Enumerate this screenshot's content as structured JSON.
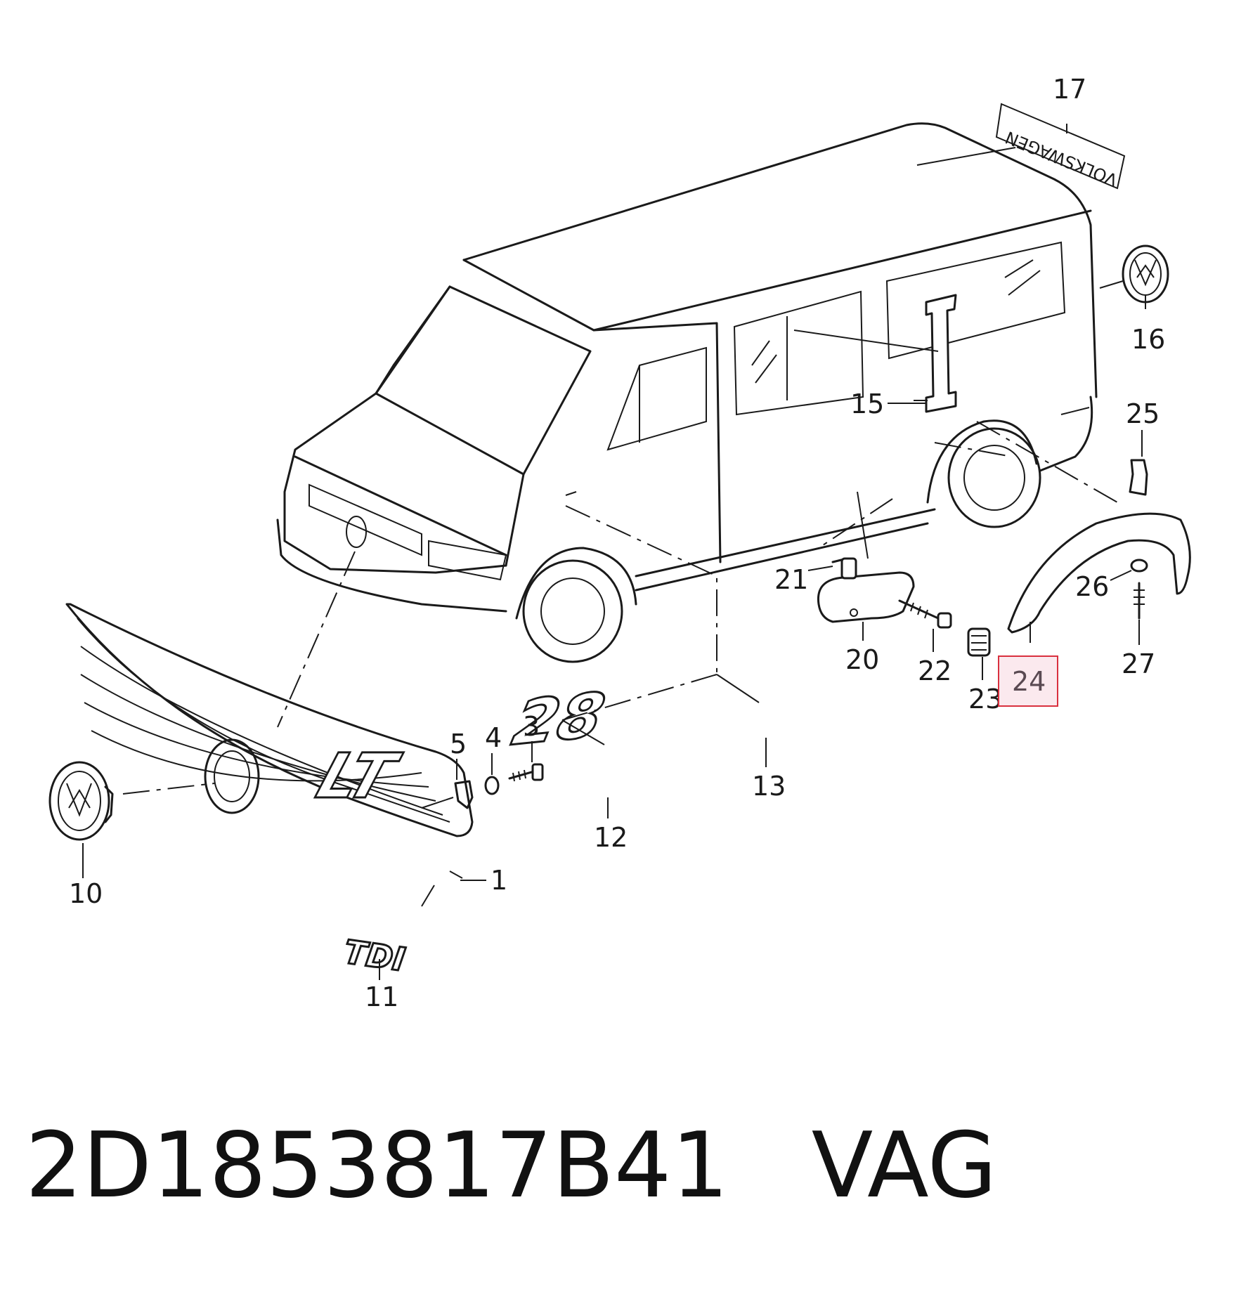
{
  "diagram": {
    "callouts": {
      "c1": "1",
      "c3": "3",
      "c4": "4",
      "c5": "5",
      "c10": "10",
      "c11": "11",
      "c12": "12",
      "c13": "13",
      "c15": "15",
      "c16": "16",
      "c17": "17",
      "c20": "20",
      "c21": "21",
      "c22": "22",
      "c23": "23",
      "c24": "24",
      "c25": "25",
      "c26": "26",
      "c27": "27"
    },
    "highlighted_callout": "24",
    "highlight_color": "#d9303e",
    "emblems": {
      "tdi": "TDI",
      "lt": "LT",
      "model": "28",
      "volkswagen": "VOLKSWAGEN"
    }
  },
  "caption": {
    "part_number": "2D1853817B41",
    "brand": "VAG"
  }
}
